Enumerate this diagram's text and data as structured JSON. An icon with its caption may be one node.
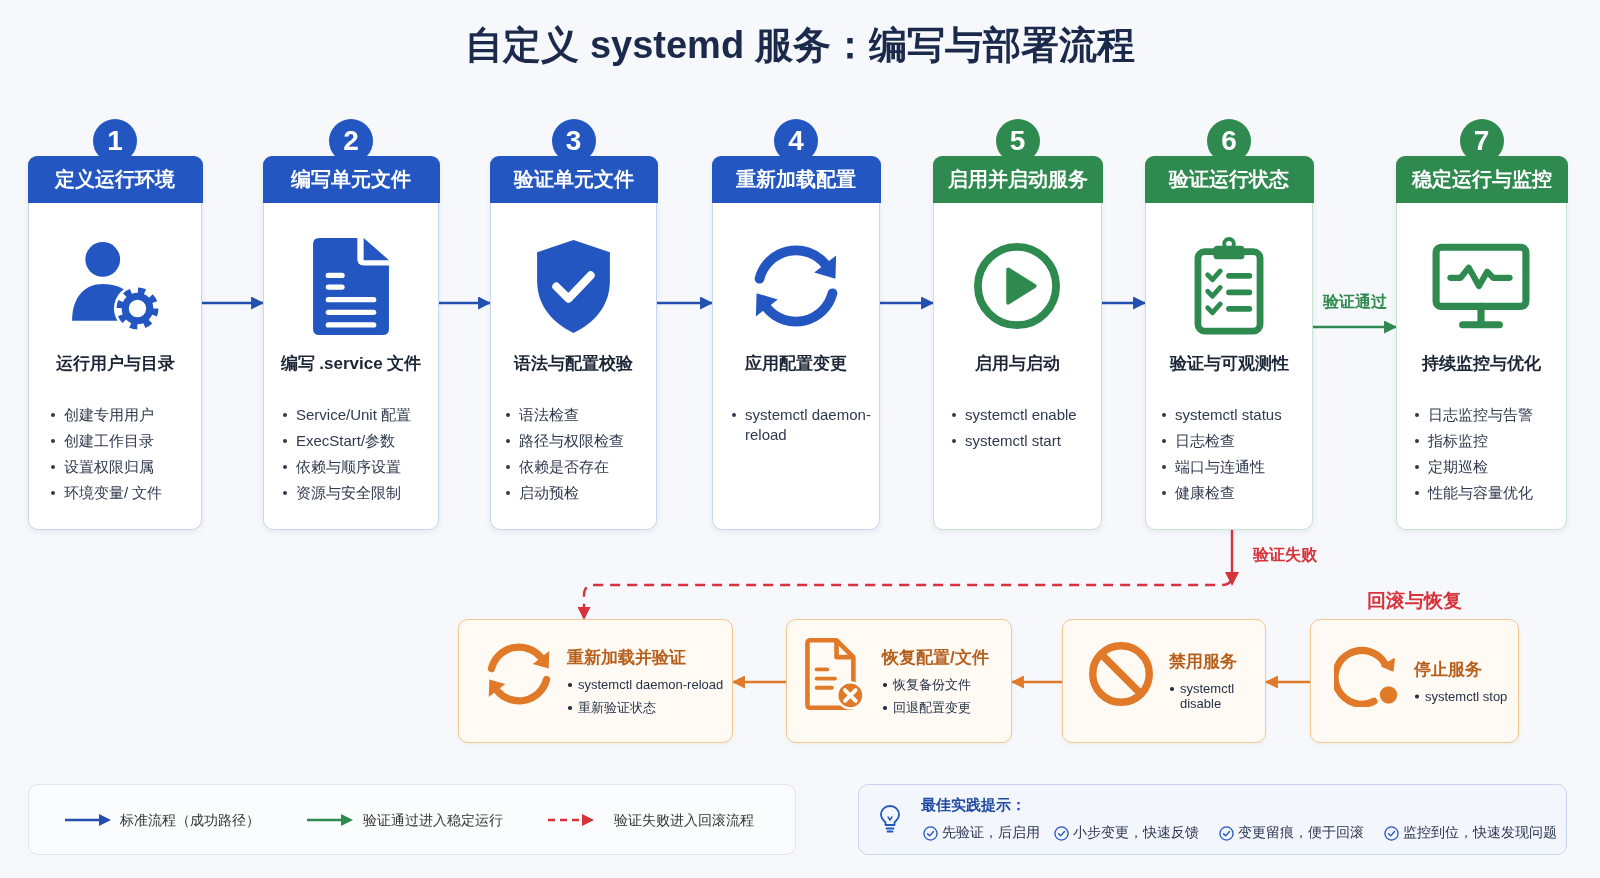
{
  "diagram": {
    "title": "自定义 systemd 服务：编写与部署流程",
    "nodes": [
      {
        "text": [
          "1",
          "定义运行环境",
          "运行用户与目录",
          "创建专用用户",
          "创建工作目录",
          "设置权限归属",
          "环境变量/ 文件"
        ]
      },
      {
        "text": [
          "2",
          "编写单元文件",
          "编写 .service 文件",
          "Service/Unit 配置",
          "ExecStart/参数",
          "依赖与顺序设置",
          "资源与安全限制"
        ]
      },
      {
        "text": [
          "3",
          "验证单元文件",
          "语法与配置校验",
          "语法检查",
          "路径与权限检查",
          "依赖是否存在",
          "启动预检"
        ]
      },
      {
        "text": [
          "4",
          "重新加载配置",
          "应用配置变更",
          "systemctl daemon-reload"
        ]
      },
      {
        "text": [
          "5",
          "启用并启动服务",
          "启用与启动",
          "systemctl enable",
          "systemctl start"
        ]
      },
      {
        "text": [
          "6",
          "验证运行状态",
          "验证与可观测性",
          "systemctl status",
          "日志检查",
          "端口与连通性",
          "健康检查"
        ]
      },
      {
        "text": [
          "7",
          "稳定运行与监控",
          "持续监控与优化",
          "日志监控与告警",
          "指标监控",
          "定期巡检",
          "性能与容量优化"
        ]
      },
      {
        "text": [
          "重新加载并验证",
          "systemctl daemon-reload",
          "重新验证状态"
        ]
      },
      {
        "text": [
          "恢复配置/文件",
          "恢复备份文件",
          "回退配置变更"
        ]
      },
      {
        "text": [
          "禁用服务",
          "systemctl disable"
        ]
      },
      {
        "text": [
          "停止服务",
          "systemctl stop"
        ]
      },
      {
        "text": [
          "最佳实践提示：",
          "先验证，后启用",
          "小步变更，快速反馈",
          "变更留痕，便于回滚",
          "监控到位，快速发现问题"
        ]
      }
    ],
    "edges": [
      {
        "from": 0,
        "to": 1,
        "arrow": "to"
      },
      {
        "from": 1,
        "to": 2,
        "arrow": "to"
      },
      {
        "from": 2,
        "to": 3,
        "arrow": "to"
      },
      {
        "from": 3,
        "to": 4,
        "arrow": "to"
      },
      {
        "from": 4,
        "to": 5,
        "arrow": "to"
      },
      {
        "from": 5,
        "to": 6,
        "arrow": "to",
        "label": "验证通过",
        "color": "#2e8a4e"
      },
      {
        "from": 5,
        "to": 7,
        "arrow": "to",
        "label": "验证失败",
        "style": "dashed",
        "color": "#d8323a"
      },
      {
        "from": 10,
        "to": 9,
        "arrow": "to",
        "color": "#e07a28"
      },
      {
        "from": 9,
        "to": 8,
        "arrow": "to",
        "color": "#e07a28"
      },
      {
        "from": 8,
        "to": 7,
        "arrow": "to",
        "color": "#e07a28"
      }
    ],
    "labels": [
      "回滚与恢复"
    ],
    "legend": [
      {
        "text": "标准流程（成功路径）"
      },
      {
        "text": "验证通过进入稳定运行"
      },
      {
        "text": "验证失败进入回滚流程"
      }
    ]
  }
}
